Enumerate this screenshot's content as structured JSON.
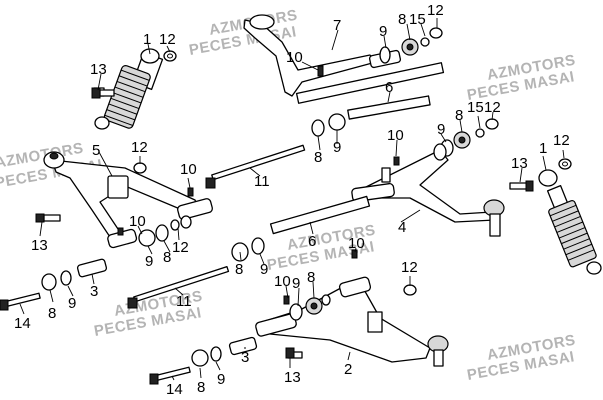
{
  "watermarks": [
    "AZMOTORS",
    "PECES MASAI",
    "AZMOTORS",
    "PECES MASAI",
    "AZMOTORS",
    "PECES MASAI",
    "AZMOTORS",
    "PECES MASAI",
    "AZMOTORS",
    "PECES MASAI",
    "AZMOTORS",
    "PECES MASAI"
  ],
  "callouts": [
    "1",
    "12",
    "13",
    "7",
    "10",
    "9",
    "8",
    "15",
    "12",
    "6",
    "10",
    "9",
    "8",
    "15",
    "12",
    "5",
    "12",
    "10",
    "11",
    "8",
    "9",
    "13",
    "1",
    "12",
    "13",
    "10",
    "9",
    "8",
    "12",
    "4",
    "6",
    "10",
    "12",
    "8",
    "9",
    "3",
    "9",
    "8",
    "14",
    "11",
    "10",
    "9",
    "8",
    "3",
    "9",
    "8",
    "13",
    "14",
    "2"
  ],
  "colors": {
    "line": "#000000",
    "watermark": "#b4b4b4",
    "shading": "#d8d8d8"
  }
}
